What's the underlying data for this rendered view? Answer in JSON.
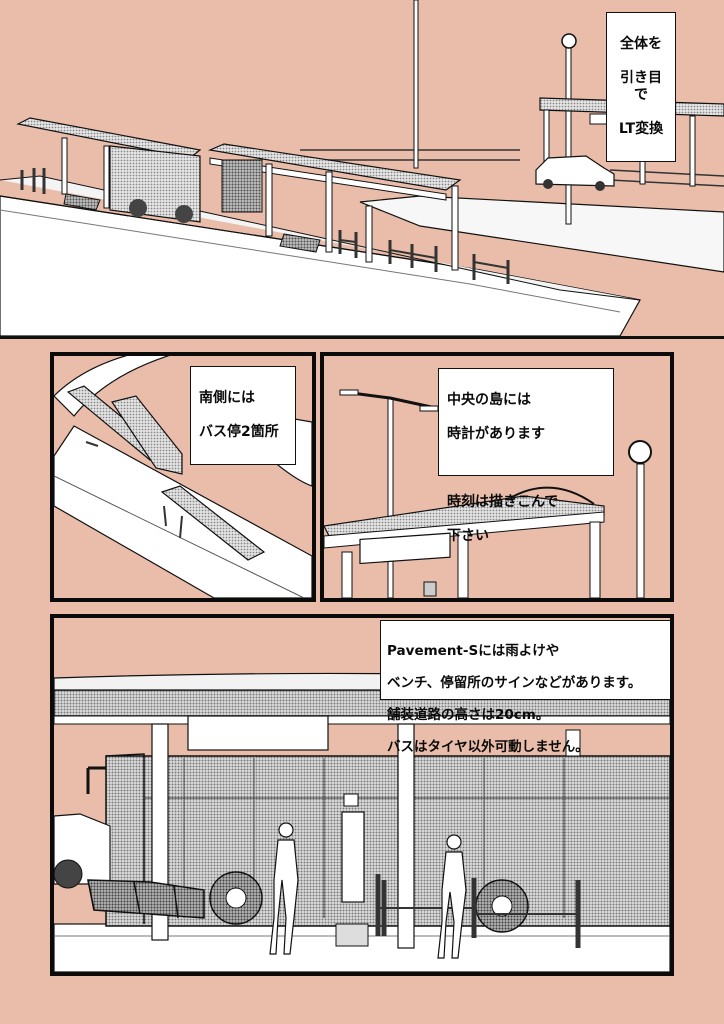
{
  "page": {
    "background": "#e9bda9",
    "ink": "#111111",
    "screen_tone": "#bdbdbd"
  },
  "panel1": {
    "caption": [
      "全体を",
      "引き目で",
      "LT変換"
    ]
  },
  "panel2": {
    "caption": [
      "南側には",
      "バス停2箇所"
    ]
  },
  "panel3": {
    "caption": [
      "中央の島には",
      "時計があります",
      "",
      "時刻は描きこんで",
      "下さい"
    ]
  },
  "panel4": {
    "caption": [
      "Pavement-Sには雨よけや",
      "ベンチ、停留所のサインなどがあります。",
      "舗装道路の高さは20cm。",
      "バスはタイヤ以外可動しません。"
    ]
  }
}
